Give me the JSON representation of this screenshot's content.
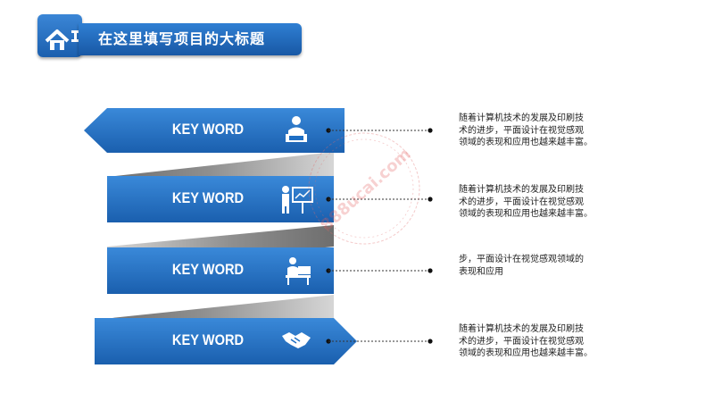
{
  "header": {
    "title": "在这里填写项目的大标题",
    "icon": "home-icon"
  },
  "rows": [
    {
      "label": "KEY WORD",
      "icon": "presenter-laptop-icon",
      "text": "随着计算机技术的发展及印刷技\n术的进步，平面设计在视觉感观\n领域的表现和应用也越来越丰富。"
    },
    {
      "label": "KEY WORD",
      "icon": "presentation-board-icon",
      "text": "随着计算机技术的发展及印刷技\n术的进步，平面设计在视觉感观\n领域的表现和应用也越来越丰富。"
    },
    {
      "label": "KEY WORD",
      "icon": "desk-worker-icon",
      "text": "步，平面设计在视觉感观领域的\n表现和应用"
    },
    {
      "label": "KEY WORD",
      "icon": "handshake-icon",
      "text": "随着计算机技术的发展及印刷技\n术的进步，平面设计在视觉感观\n领域的表现和应用也越来越丰富。"
    }
  ],
  "watermark": {
    "text": "888ucai.com"
  },
  "colors": {
    "ribbon_blue": "#1f6fc4",
    "fold_gray": "#9a9a9a",
    "connector": "#333333",
    "header_text": "#ffffff"
  }
}
